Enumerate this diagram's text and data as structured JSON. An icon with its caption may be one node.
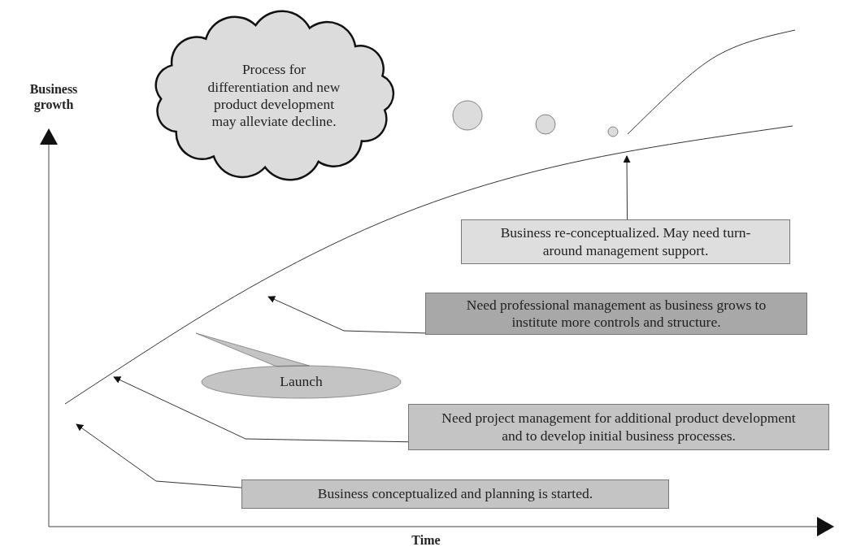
{
  "diagram": {
    "nodes": [
      {
        "text": [
          "Process for differentiation and new product development may alleviate decline."
        ]
      },
      {
        "text": [
          "Launch"
        ]
      },
      {
        "text": [
          "Business re-conceptualized. May need turn-around management support."
        ]
      },
      {
        "text": [
          "Need professional management as business grows to institute more controls and structure."
        ]
      },
      {
        "text": [
          "Need project management for additional product development and to develop initial business processes."
        ]
      },
      {
        "text": [
          "Business  conceptualized and planning is started."
        ]
      }
    ],
    "edges": [
      {
        "from": 2,
        "to": null,
        "arrow": "to"
      },
      {
        "from": 3,
        "to": null,
        "arrow": "to"
      },
      {
        "from": 4,
        "to": null,
        "arrow": "to"
      },
      {
        "from": 5,
        "to": null,
        "arrow": "to"
      }
    ],
    "labels": [
      "Business growth",
      "Time"
    ]
  }
}
